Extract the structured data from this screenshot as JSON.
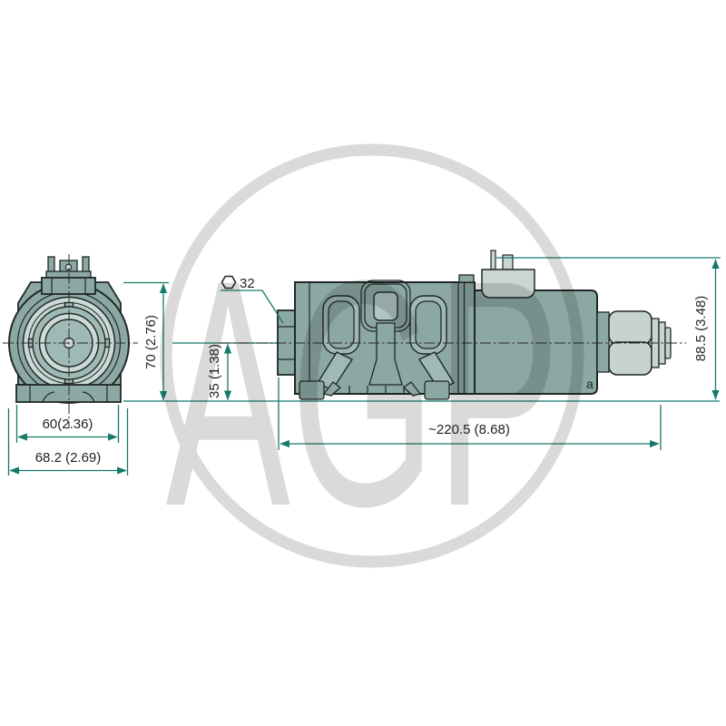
{
  "watermark": {
    "text": "AGP"
  },
  "front": {
    "dim_height": "70 (2.76)",
    "dim_width_inner": "60(2.36)",
    "dim_width_outer": "68.2 (2.69)"
  },
  "side": {
    "dim_center": "35 (1.38)",
    "dim_length": "~220.5 (8.68)",
    "dim_height": "88.5 (3.48)",
    "hex_value": "32",
    "port_label": "a"
  },
  "colors": {
    "body_teal": "#8CA8A4",
    "body_light": "#CBDAD6",
    "body_mid": "#9FB9B5",
    "outline": "#202826",
    "dimension_green": "#157A6A",
    "text": "#232323",
    "watermark_gray": "#DADADA"
  }
}
